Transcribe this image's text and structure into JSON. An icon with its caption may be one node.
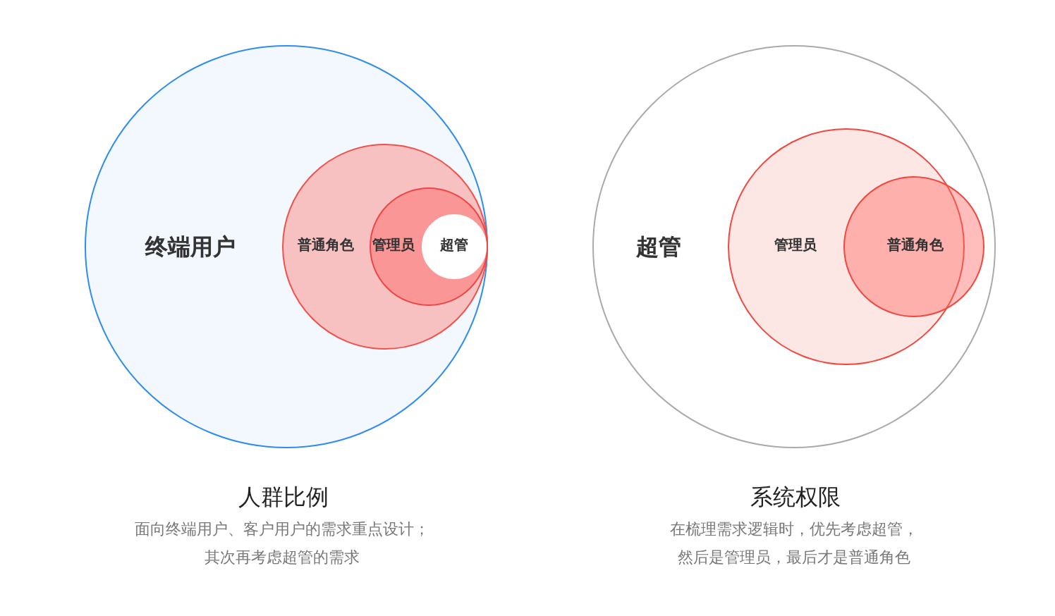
{
  "diagram": {
    "nodes": [
      {
        "text": [
          "终端用户"
        ]
      },
      {
        "text": [
          "普通角色"
        ],
        "in": 0
      },
      {
        "text": [
          "管理员"
        ],
        "in": 1
      },
      {
        "text": [
          "超管"
        ],
        "in": 2
      },
      {
        "text": [
          "超管"
        ]
      },
      {
        "text": [
          "管理员"
        ],
        "in": 4
      },
      {
        "text": [
          "普通角色"
        ],
        "in": 4
      }
    ],
    "labels": [
      "人群比例",
      "面向终端用户、客户用户的需求重点设计；其次再考虑超管的需求",
      "系统权限",
      "在梳理需求逻辑时，优先考虑超管，然后是管理员，最后才是普通角色"
    ]
  }
}
